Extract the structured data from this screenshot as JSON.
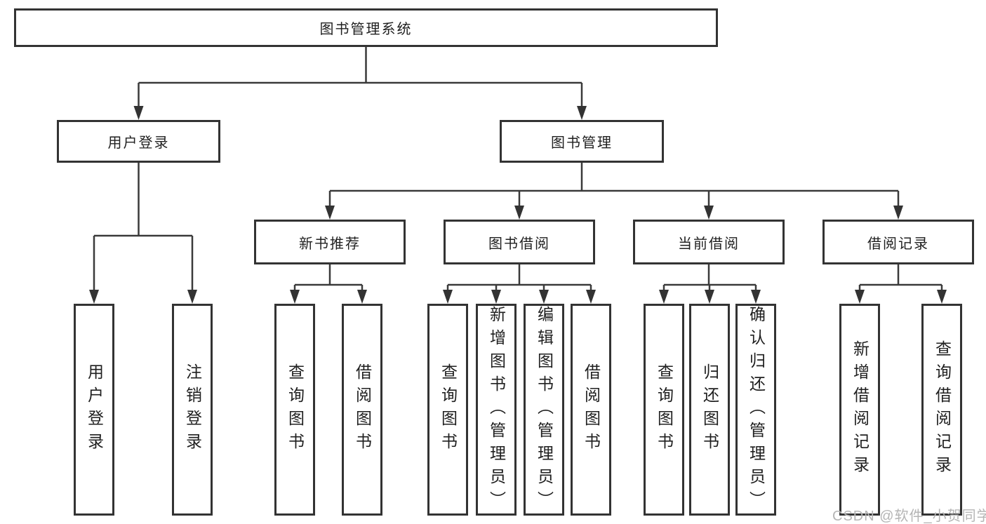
{
  "tree": {
    "root": {
      "label": "图书管理系统"
    },
    "branches": [
      {
        "label": "用户登录",
        "children": [
          "用户登录",
          "注销登录"
        ]
      },
      {
        "label": "图书管理",
        "groups": [
          {
            "label": "新书推荐",
            "children": [
              "查询图书",
              "借阅图书"
            ]
          },
          {
            "label": "图书借阅",
            "children": [
              "查询图书",
              "新增图书（管理员）",
              "编辑图书（管理员）",
              "借阅图书"
            ]
          },
          {
            "label": "当前借阅",
            "children": [
              "查询图书",
              "归还图书",
              "确认归还（管理员）"
            ]
          },
          {
            "label": "借阅记录",
            "children": [
              "新增借阅记录",
              "查询借阅记录"
            ]
          }
        ]
      }
    ]
  },
  "watermark": "CSDN @软件_小贺同学",
  "colors": {
    "line": "#3a3a3a",
    "box_border": "#333333",
    "box_background": "#ffffff",
    "text": "#1f1f1f",
    "watermark": "#b5b5b5",
    "page_background": "#ffffff"
  }
}
